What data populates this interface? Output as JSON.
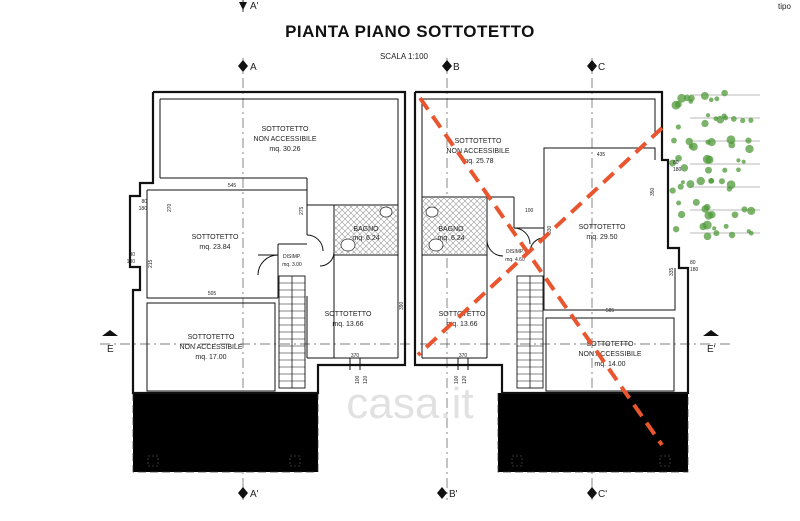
{
  "title": "PIANTA PIANO SOTTOTETTO",
  "scale": "SCALA 1:100",
  "corner_label": "tipo",
  "axis_labels": {
    "a_top": "A'",
    "a_mid": "A",
    "b_mid": "B",
    "c_mid": "C",
    "a_bottom": "A'",
    "b_bottom": "B'",
    "c_bottom": "C'",
    "e_left": "E",
    "e_right": "E'"
  },
  "rooms": {
    "left_na_top": [
      "SOTTOTETTO",
      "NON ACCESSIBILE",
      "mq. 30.26"
    ],
    "left_main": [
      "SOTTOTETTO",
      "mq. 23.84"
    ],
    "left_bagno": [
      "BAGNO",
      "mq. 6.24"
    ],
    "left_disimp": [
      "DISIMP.",
      "mq. 3.00"
    ],
    "left_small": [
      "SOTTOTETTO",
      "mq. 13.66"
    ],
    "left_na_bottom": [
      "SOTTOTETTO",
      "NON ACCESSIBILE",
      "mq. 17.00"
    ],
    "right_na_top": [
      "SOTTOTETTO",
      "NON ACCESSIBILE",
      "mq. 25.78"
    ],
    "right_bagno": [
      "BAGNO",
      "mq. 6.24"
    ],
    "right_disimp": [
      "DISIMP.",
      "mq. 4.60"
    ],
    "right_main": [
      "SOTTOTETTO",
      "mq. 29.50"
    ],
    "right_small": [
      "SOTTOTETTO",
      "mq. 13.66"
    ],
    "right_na_bottom": [
      "SOTTOTETTO",
      "NON ACCESSIBILE",
      "mq. 14.00"
    ]
  },
  "dimensions": {
    "d545": "545",
    "d505_left": "505",
    "d505_right": "505",
    "d435": "435",
    "d270": "270",
    "d215": "215",
    "d275": "275",
    "d390": "390",
    "d100": "100",
    "d330": "330",
    "d350": "350",
    "d335": "335",
    "d80_a": "80",
    "d180_a": "180",
    "d80_b": "80",
    "d180_b": "180",
    "d80_c": "80",
    "d180_c": "180",
    "d80_d": "80",
    "d180_d": "180",
    "d370_left": "370",
    "d370_right": "370",
    "d100_bl": "100",
    "d120_bl": "120",
    "d100_br": "100",
    "d120_br": "120"
  },
  "watermark": "casa.it",
  "colors": {
    "wall": "#111111",
    "cross": "#e8552e",
    "hatch": "#888888",
    "plant": "#4f9a3a",
    "watermark": "#c9c9c9"
  }
}
